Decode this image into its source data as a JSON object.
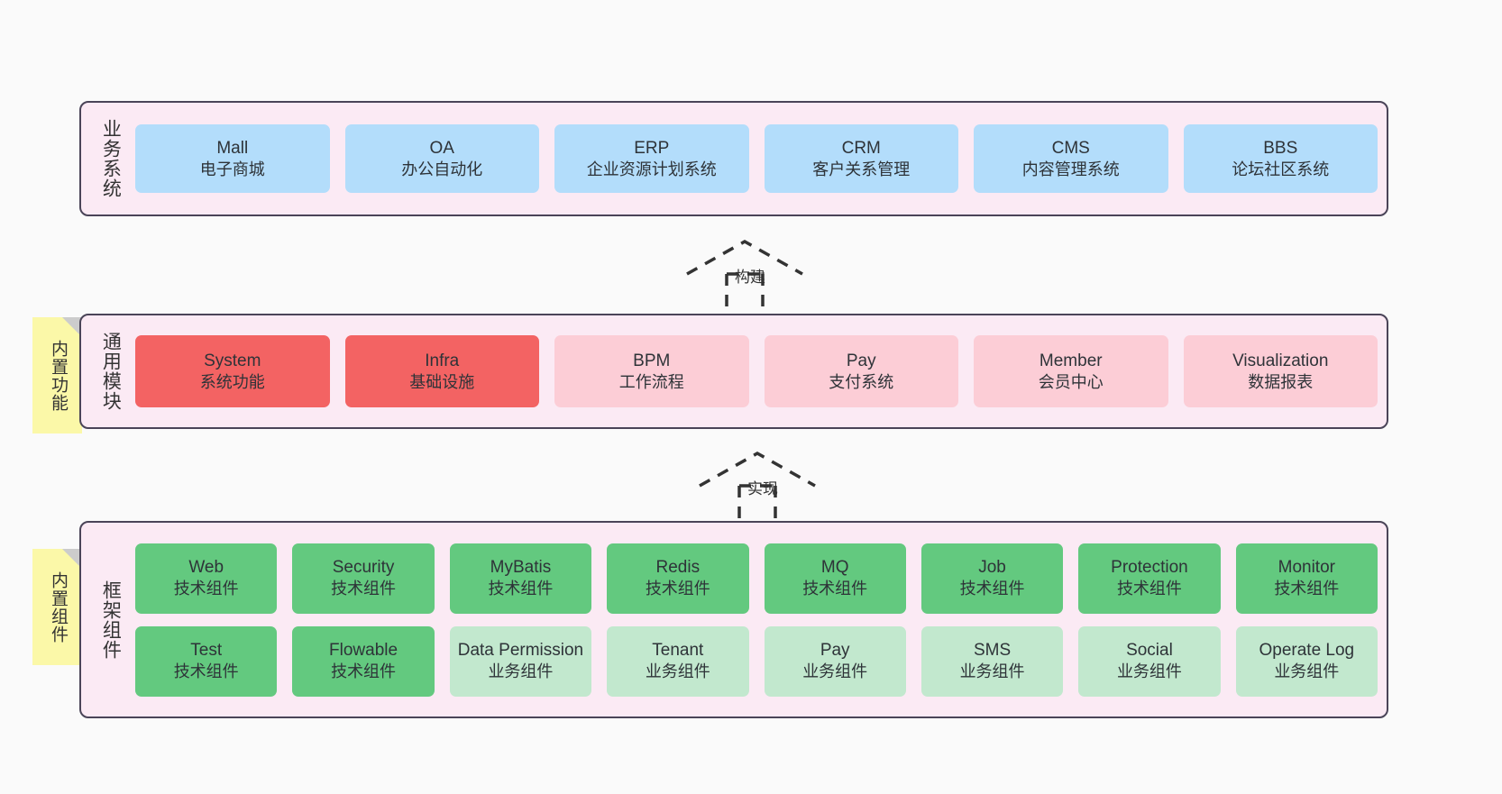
{
  "diagram": {
    "background": "#fafafa",
    "accent_border": "#4a4458",
    "layer_background": "#fbeaf4",
    "note_color": "#fbf8a8",
    "colors": {
      "business": "#b3ddfb",
      "module_core": "#f36363",
      "module_optional": "#fccdd6",
      "tech_component": "#63c97f",
      "business_component": "#c2e8ce"
    }
  },
  "layers": [
    {
      "id": "business",
      "label": "业务系统",
      "rows": [
        [
          {
            "title": "Mall",
            "subtitle": "电子商城",
            "color": "c-blue"
          },
          {
            "title": "OA",
            "subtitle": "办公自动化",
            "color": "c-blue"
          },
          {
            "title": "ERP",
            "subtitle": "企业资源计划系统",
            "color": "c-blue"
          },
          {
            "title": "CRM",
            "subtitle": "客户关系管理",
            "color": "c-blue"
          },
          {
            "title": "CMS",
            "subtitle": "内容管理系统",
            "color": "c-blue"
          },
          {
            "title": "BBS",
            "subtitle": "论坛社区系统",
            "color": "c-blue"
          }
        ]
      ]
    },
    {
      "id": "modules",
      "label": "通用模块",
      "note": "内置功能",
      "rows": [
        [
          {
            "title": "System",
            "subtitle": "系统功能",
            "color": "c-red"
          },
          {
            "title": "Infra",
            "subtitle": "基础设施",
            "color": "c-red"
          },
          {
            "title": "BPM",
            "subtitle": "工作流程",
            "color": "c-pink"
          },
          {
            "title": "Pay",
            "subtitle": "支付系统",
            "color": "c-pink"
          },
          {
            "title": "Member",
            "subtitle": "会员中心",
            "color": "c-pink"
          },
          {
            "title": "Visualization",
            "subtitle": "数据报表",
            "color": "c-pink"
          }
        ]
      ]
    },
    {
      "id": "frame",
      "label": "框架组件",
      "note": "内置组件",
      "rows": [
        [
          {
            "title": "Web",
            "subtitle": "技术组件",
            "color": "c-green"
          },
          {
            "title": "Security",
            "subtitle": "技术组件",
            "color": "c-green"
          },
          {
            "title": "MyBatis",
            "subtitle": "技术组件",
            "color": "c-green"
          },
          {
            "title": "Redis",
            "subtitle": "技术组件",
            "color": "c-green"
          },
          {
            "title": "MQ",
            "subtitle": "技术组件",
            "color": "c-green"
          },
          {
            "title": "Job",
            "subtitle": "技术组件",
            "color": "c-green"
          },
          {
            "title": "Protection",
            "subtitle": "技术组件",
            "color": "c-green"
          },
          {
            "title": "Monitor",
            "subtitle": "技术组件",
            "color": "c-green"
          }
        ],
        [
          {
            "title": "Test",
            "subtitle": "技术组件",
            "color": "c-green"
          },
          {
            "title": "Flowable",
            "subtitle": "技术组件",
            "color": "c-green"
          },
          {
            "title": "Data Permission",
            "subtitle": "业务组件",
            "color": "c-lgreen"
          },
          {
            "title": "Tenant",
            "subtitle": "业务组件",
            "color": "c-lgreen"
          },
          {
            "title": "Pay",
            "subtitle": "业务组件",
            "color": "c-lgreen"
          },
          {
            "title": "SMS",
            "subtitle": "业务组件",
            "color": "c-lgreen"
          },
          {
            "title": "Social",
            "subtitle": "业务组件",
            "color": "c-lgreen"
          },
          {
            "title": "Operate Log",
            "subtitle": "业务组件",
            "color": "c-lgreen"
          }
        ]
      ]
    }
  ],
  "relations": [
    {
      "id": "build",
      "label": "构建"
    },
    {
      "id": "impl",
      "label": "实现"
    }
  ]
}
